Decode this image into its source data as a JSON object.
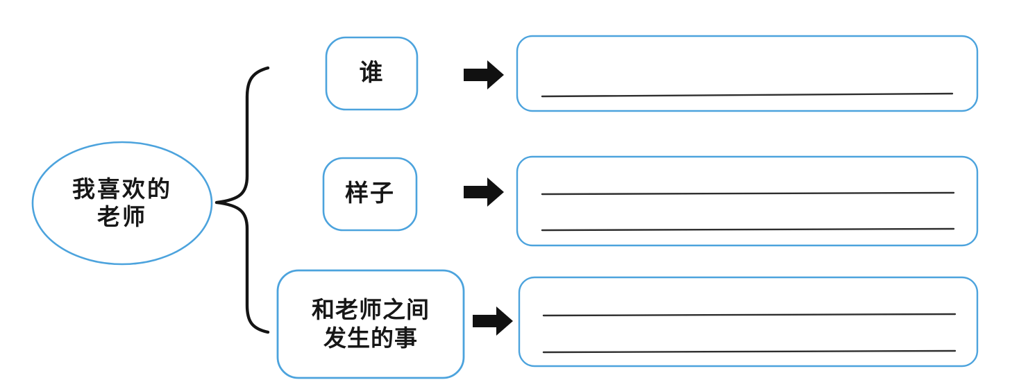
{
  "worksheet": {
    "title": "我喜欢的老师",
    "root": {
      "label": "我喜欢的\n老师",
      "shape": "ellipse"
    },
    "brace": {
      "icon": "left-curly-brace",
      "direction": "points-left"
    },
    "colors": {
      "outline_blue": "#4CA3DD",
      "outline_blue_light": "#74BCE8",
      "ink_black": "#1A1A1A",
      "rule_line": "#2E2E2E",
      "page_background": "#FFFFFF"
    },
    "branches": [
      {
        "label": "谁",
        "arrow_icon": "right-arrow-icon",
        "answer_lines": 1,
        "answer_value": ""
      },
      {
        "label": "样子",
        "arrow_icon": "right-arrow-icon",
        "answer_lines": 2,
        "answer_value": ""
      },
      {
        "label": "和老师之间\n发生的事",
        "arrow_icon": "right-arrow-icon",
        "answer_lines": 2,
        "answer_value": ""
      }
    ]
  }
}
